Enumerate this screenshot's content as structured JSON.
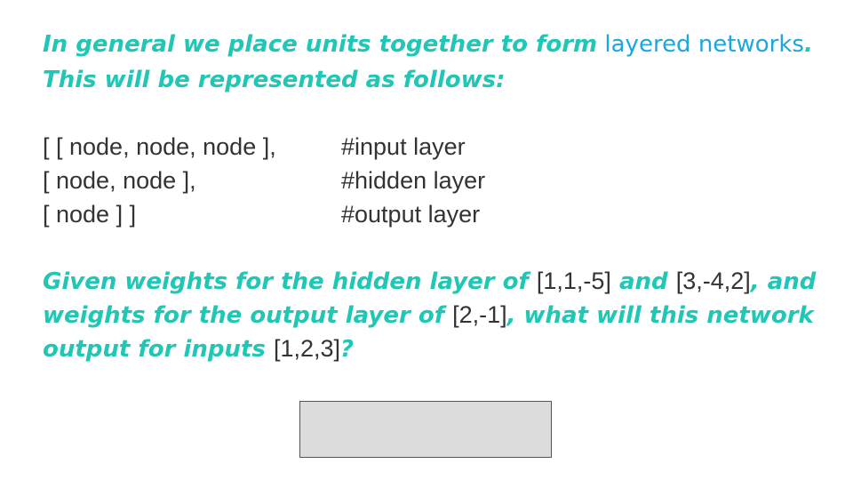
{
  "intro": {
    "part1": "In general we place units together to form",
    "part2": " layered networks",
    "part3": ". This will be represented as follows:"
  },
  "structure": [
    {
      "code": "[ [ node, node, node ],",
      "comment": "#input layer"
    },
    {
      "code": "[ node, node ],",
      "comment": "#hidden layer"
    },
    {
      "code": "[ node ] ]",
      "comment": "#output layer"
    }
  ],
  "question": {
    "t1": "Given weights for the hidden layer of ",
    "v1": "[1,1,-5]",
    "t2": " and ",
    "v2": "[3,-4,2]",
    "t3": ", and weights for the output layer of ",
    "v3": "[2,-1]",
    "t4": ", what will this network output for inputs ",
    "v4": "[1,2,3]",
    "t5": "?"
  },
  "colors": {
    "emphasis": "#1fc7b4",
    "link_term": "#1ba7e0",
    "body_text": "#333333",
    "answer_box": "#dcdcdc"
  }
}
